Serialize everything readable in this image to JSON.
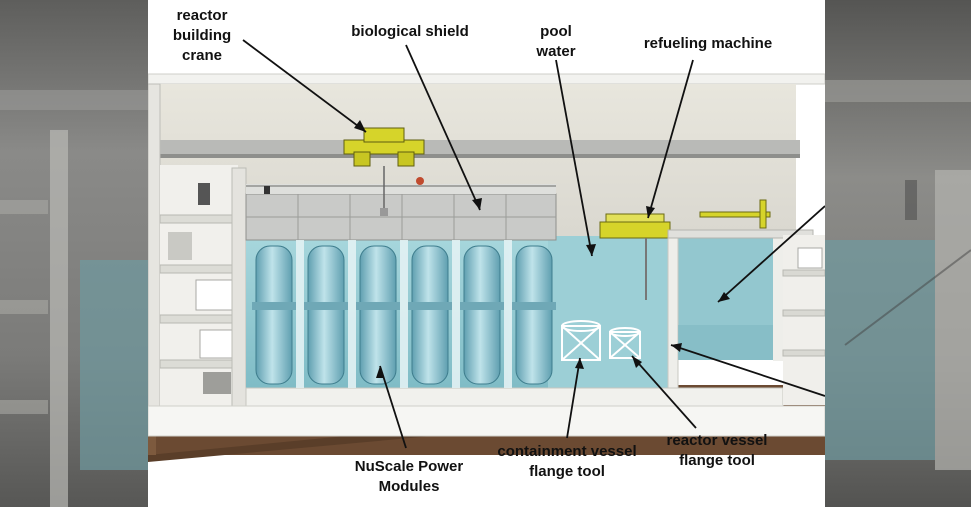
{
  "labels": {
    "reactor_building_crane": "reactor\nbuilding\ncrane",
    "biological_shield": "biological shield",
    "pool_water": "pool\nwater",
    "refueling_machine": "refueling machine",
    "nuscale_power_modules": "NuScale Power\nModules",
    "containment_vessel_flange_tool": "containment vessel\nflange tool",
    "reactor_vessel_flange_tool": "reactor vessel\nflange tool"
  },
  "module_count": 6,
  "colors": {
    "water": "#8fc9d2",
    "crane": "#d6d42a",
    "concrete": "#ecebe6",
    "soil": "#6b4a32"
  }
}
